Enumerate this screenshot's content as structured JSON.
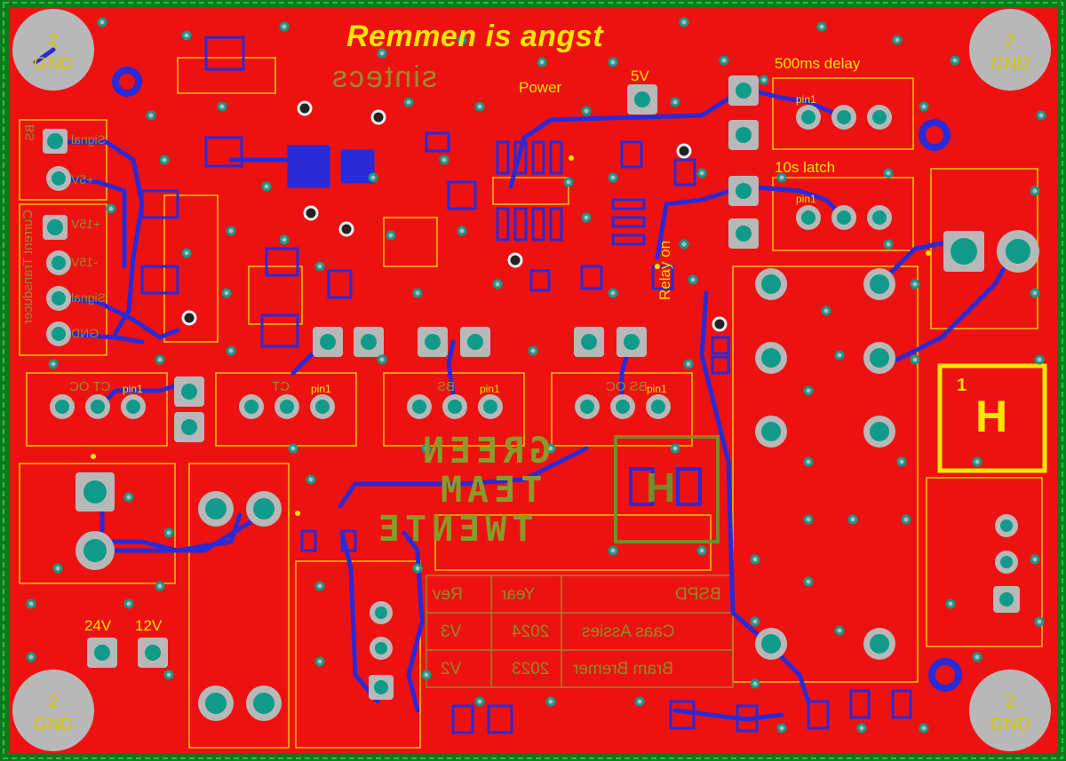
{
  "board": {
    "title": "Remmen is angst",
    "logo_text": "sintecs",
    "labels": {
      "power": "Power",
      "v5": "5V",
      "delay": "500ms delay",
      "latch": "10s latch",
      "relay_on": "Relay on",
      "v24": "24V",
      "v12": "12V",
      "pin1": "pin1",
      "one": "1",
      "h": "H"
    },
    "mounting_holes": [
      {
        "num": "2",
        "label": "GND"
      },
      {
        "num": "2",
        "label": "GND"
      },
      {
        "num": "2",
        "label": "GND"
      },
      {
        "num": "2",
        "label": "GND"
      }
    ],
    "left_connector": {
      "top_label": "BS",
      "pins": [
        "Signal",
        "+5V"
      ],
      "side_label": "Current Transducer",
      "pins2": [
        "+15V",
        "-15V",
        "Signal",
        "GND"
      ]
    },
    "connector_labels": [
      "CT OC",
      "CT",
      "BS",
      "BS OC"
    ],
    "green_logo": [
      "GREEN",
      "TEAM",
      "TWENTE"
    ],
    "title_block": {
      "headers": [
        "Rev",
        "Year",
        "BSPD"
      ],
      "rows": [
        [
          "V3",
          "2024",
          "Caas Assies"
        ],
        [
          "V2",
          "2023",
          "Bram Bremer"
        ]
      ]
    },
    "colors": {
      "copper": "#ee1111",
      "silkscreen": "#f0e000",
      "trace": "#2a2ad6",
      "pad": "#0f9a8a",
      "border": "#0b7a1c"
    }
  }
}
